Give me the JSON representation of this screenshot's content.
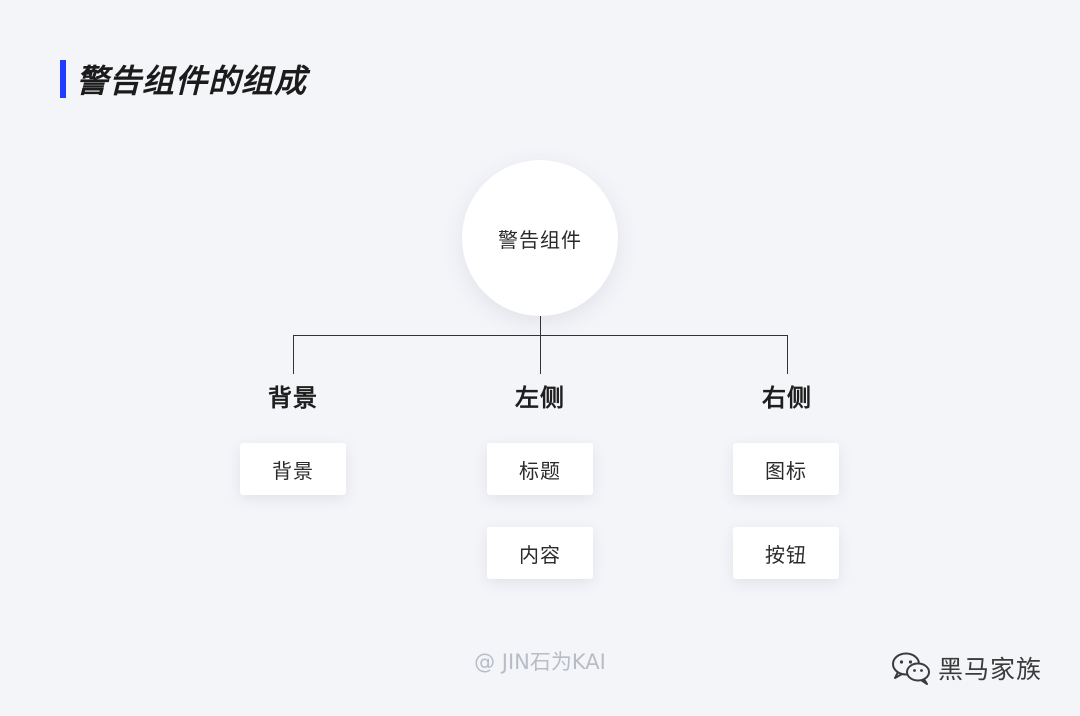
{
  "heading": {
    "title": "警告组件的组成",
    "accent_color": "#1f3cff"
  },
  "root": {
    "label": "警告组件"
  },
  "branches": [
    {
      "title": "背景",
      "items": [
        "背景"
      ]
    },
    {
      "title": "左侧",
      "items": [
        "标题",
        "内容"
      ]
    },
    {
      "title": "右侧",
      "items": [
        "图标",
        "按钮"
      ]
    }
  ],
  "footer": {
    "credit": "@ JIN石为KAI",
    "brand_name": "黑马家族",
    "brand_icon": "wechat-icon"
  }
}
